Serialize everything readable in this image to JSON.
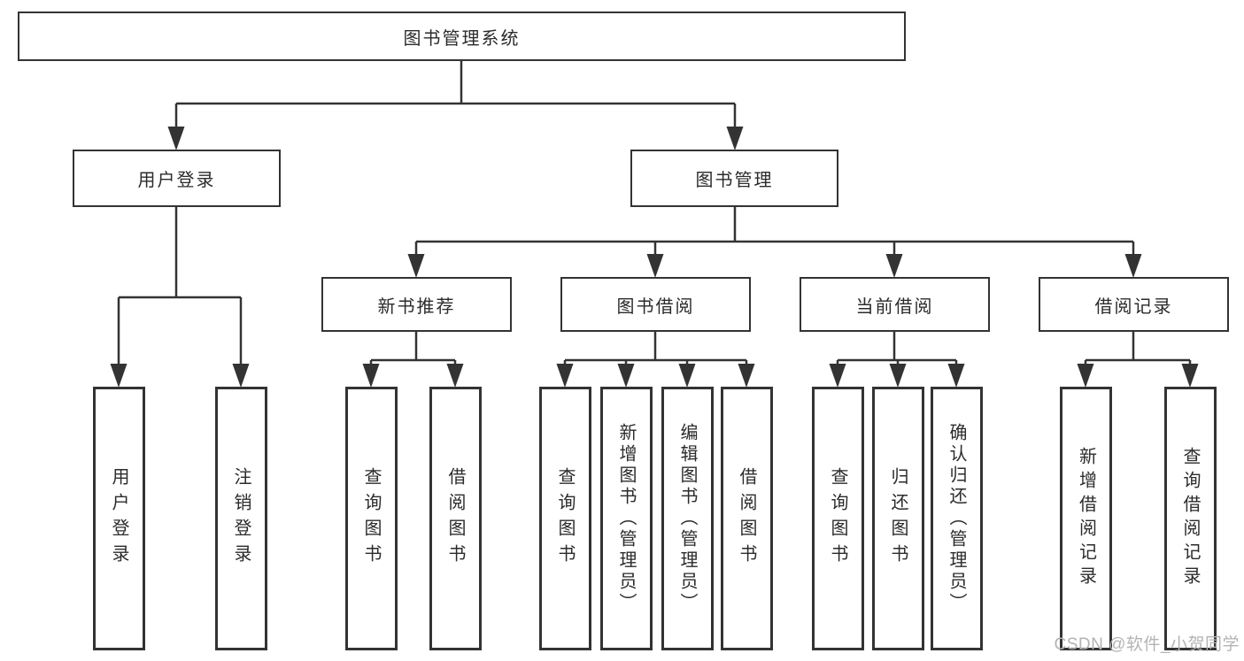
{
  "diagram": {
    "type": "hierarchy-tree",
    "colors": {
      "line": "#333333",
      "box_border": "#333333",
      "box_fill": "#ffffff",
      "text": "#2b2b2b",
      "watermark_text": "#b3b3b3"
    },
    "tree": {
      "root": "图书管理系统",
      "branches": [
        {
          "label": "用户登录",
          "children": [
            "用户登录",
            "注销登录"
          ]
        },
        {
          "label": "图书管理",
          "groups": [
            {
              "label": "新书推荐",
              "children": [
                "查询图书",
                "借阅图书"
              ]
            },
            {
              "label": "图书借阅",
              "children": [
                "查询图书",
                "新增图书（管理员）",
                "编辑图书（管理员）",
                "借阅图书"
              ]
            },
            {
              "label": "当前借阅",
              "children": [
                "查询图书",
                "归还图书",
                "确认归还（管理员）"
              ]
            },
            {
              "label": "借阅记录",
              "children": [
                "新增借阅记录",
                "查询借阅记录"
              ]
            }
          ]
        }
      ]
    },
    "watermark": "CSDN @软件_小贺同学"
  }
}
